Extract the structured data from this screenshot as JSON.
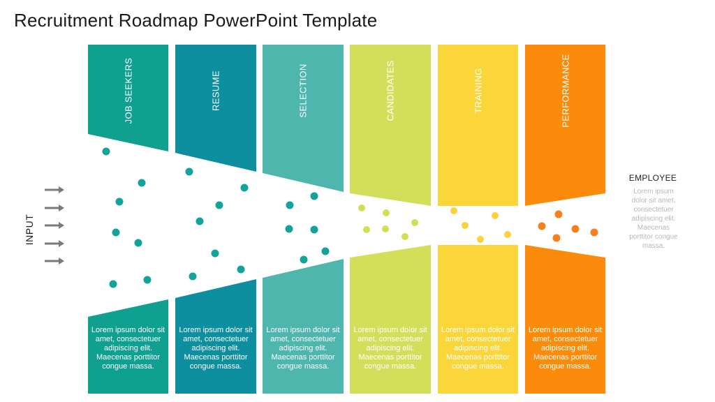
{
  "title": "Recruitment Roadmap PowerPoint Template",
  "input_label": "INPUT",
  "output": {
    "title": "EMPLOYEE",
    "description": "Lorem ipsum dolor sit amet, consectetuer adipiscing elit. Maecenas porttitor congue massa."
  },
  "stages": [
    {
      "label": "JOB SEEKERS",
      "color": "#0fa08f",
      "description": "Lorem ipsum dolor sit amet, consectetuer adipiscing elit. Maecenas porttitor congue massa."
    },
    {
      "label": "RESUME",
      "color": "#0e8f9f",
      "description": "Lorem ipsum dolor sit amet, consectetuer adipiscing elit. Maecenas porttitor congue massa."
    },
    {
      "label": "SELECTION",
      "color": "#4fb6ad",
      "description": "Lorem ipsum dolor sit amet, consectetuer adipiscing elit. Maecenas porttitor congue massa."
    },
    {
      "label": "CANDIDATES",
      "color": "#d3df5a",
      "description": "Lorem ipsum dolor sit amet, consectetuer adipiscing elit. Maecenas porttitor congue massa."
    },
    {
      "label": "TRAINING",
      "color": "#fbd63a",
      "description": "Lorem ipsum dolor sit amet, consectetuer adipiscing elit. Maecenas porttitor congue massa."
    },
    {
      "label": "PERFORMANCE",
      "color": "#fb8c0b",
      "description": "Lorem ipsum dolor sit amet, consectetuer adipiscing elit. Maecenas porttitor congue massa."
    }
  ],
  "colors": {
    "dot_teal": "#12a39b",
    "dot_lime": "#d2df55",
    "dot_yellow": "#fbd23a",
    "dot_orange": "#f5801c",
    "arrow": "#7a7a7a"
  }
}
